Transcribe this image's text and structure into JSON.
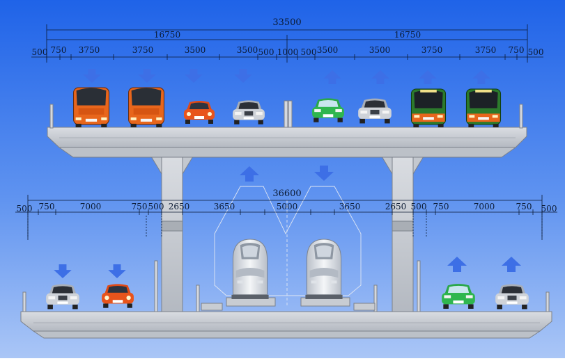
{
  "top_deck": {
    "total_width": "33500",
    "half_widths": [
      "16750",
      "16750"
    ],
    "segments": [
      "500",
      "750",
      "3750",
      "3750",
      "3500",
      "3500",
      "500",
      "1000",
      "500",
      "3500",
      "3500",
      "3750",
      "3750",
      "750",
      "500"
    ],
    "lanes": [
      {
        "vehicle": "bus",
        "direction": "down"
      },
      {
        "vehicle": "bus",
        "direction": "down"
      },
      {
        "vehicle": "car",
        "direction": "down"
      },
      {
        "vehicle": "car",
        "direction": "down"
      },
      {
        "vehicle": "car",
        "direction": "up"
      },
      {
        "vehicle": "car",
        "direction": "up"
      },
      {
        "vehicle": "bus",
        "direction": "up"
      },
      {
        "vehicle": "bus",
        "direction": "up"
      }
    ]
  },
  "bottom_deck": {
    "total_width": "36600",
    "segments": [
      "500",
      "750",
      "7000",
      "750",
      "500",
      "2650",
      "3650",
      "5000",
      "3650",
      "2650",
      "500",
      "750",
      "7000",
      "750",
      "500"
    ],
    "lanes": [
      {
        "vehicle": "car",
        "direction": "down"
      },
      {
        "vehicle": "car",
        "direction": "down"
      },
      {
        "vehicle": "train",
        "direction": "up"
      },
      {
        "vehicle": "train",
        "direction": "down"
      },
      {
        "vehicle": "car",
        "direction": "up"
      },
      {
        "vehicle": "car",
        "direction": "up"
      }
    ]
  },
  "colors": {
    "background_top": "#1f63e8",
    "background_bottom": "#a8c4f5",
    "structure": "#c9cdd3",
    "arrow": "#3d6fe6",
    "bus": "#e8661c",
    "train": "#e6e9ee"
  }
}
